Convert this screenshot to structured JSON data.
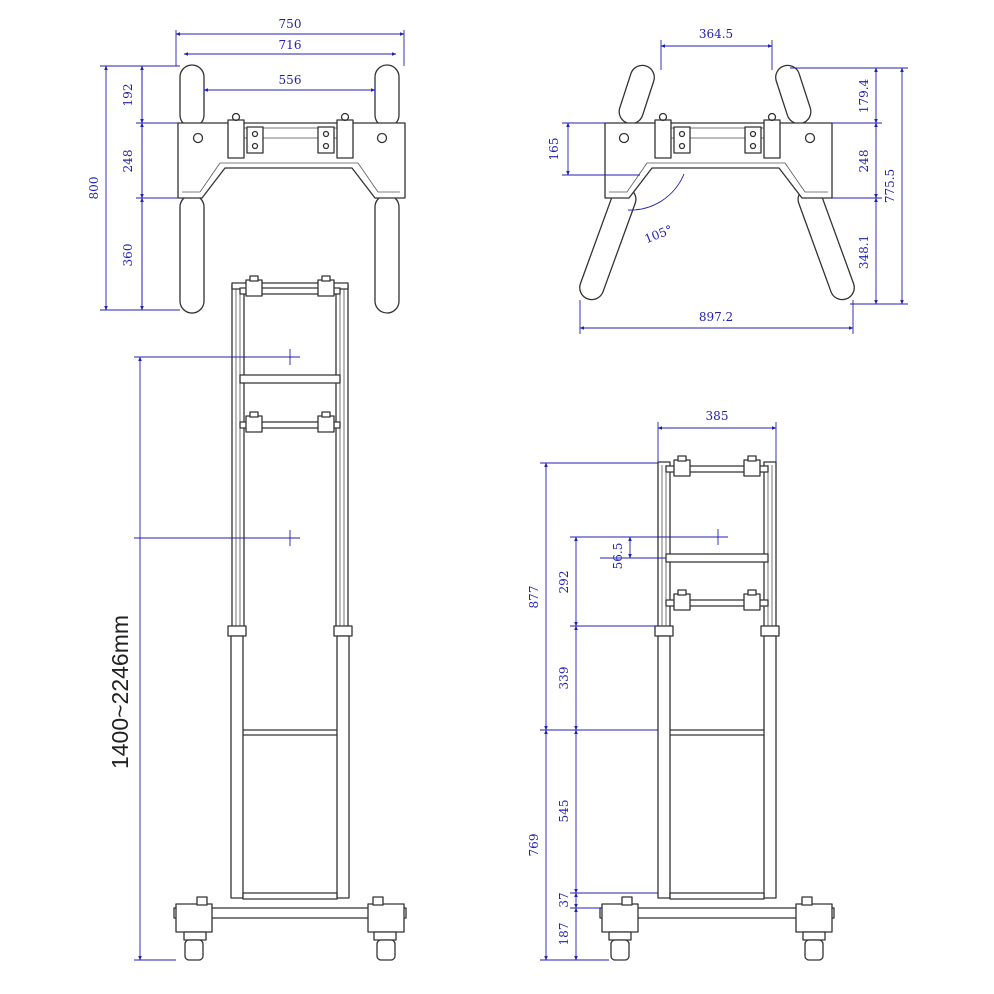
{
  "colors": {
    "dimension": "#1f1fb4",
    "outline": "#333333",
    "background": "#ffffff"
  },
  "views": {
    "top_front": {
      "width_outer": "750",
      "width_mid": "716",
      "width_inner": "556",
      "depth_total": "800",
      "seg_top": "192",
      "seg_mid": "248",
      "seg_bot": "360"
    },
    "top_splayed": {
      "top_width": "364.5",
      "bottom_width": "897.2",
      "height_left": "165",
      "seg_top": "179.4",
      "seg_mid": "248",
      "seg_bot": "348.1",
      "total": "775.5",
      "angle": "105°"
    },
    "front": {
      "height_range": "1400~2246mm"
    },
    "side": {
      "width": "385",
      "upper_total": "877",
      "seg_a": "292",
      "seg_b": "56.5",
      "seg_c": "339",
      "lower_total": "769",
      "seg_d": "545",
      "seg_e": "37",
      "seg_f": "187"
    }
  }
}
